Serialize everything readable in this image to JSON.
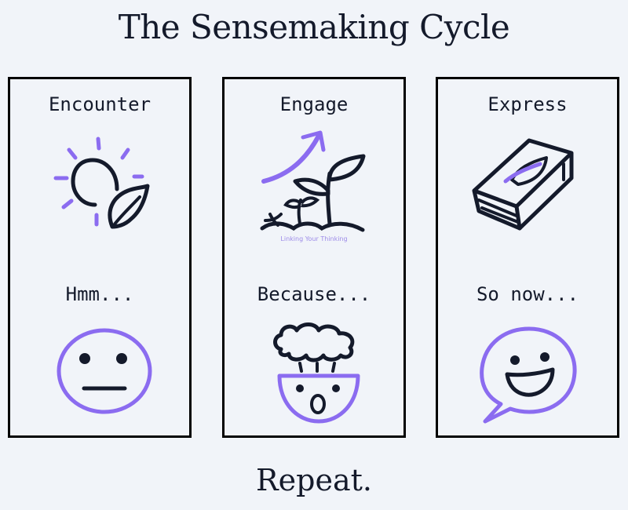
{
  "title": "The Sensemaking Cycle",
  "footer": "Repeat.",
  "colors": {
    "background": "#f1f4f9",
    "ink": "#141a2b",
    "accent": "#8b6cf0",
    "border": "#000000"
  },
  "stages": [
    {
      "name": "Encounter",
      "phrase": "Hmm...",
      "top_icon": "sun-and-leaf-icon",
      "face_icon": "neutral-face-icon"
    },
    {
      "name": "Engage",
      "phrase": "Because...",
      "top_icon": "growing-plant-icon",
      "face_icon": "mind-blown-face-icon",
      "watermark": "Linking Your Thinking"
    },
    {
      "name": "Express",
      "phrase": "So now...",
      "top_icon": "book-with-leaf-icon",
      "face_icon": "smiling-speech-bubble-icon"
    }
  ]
}
